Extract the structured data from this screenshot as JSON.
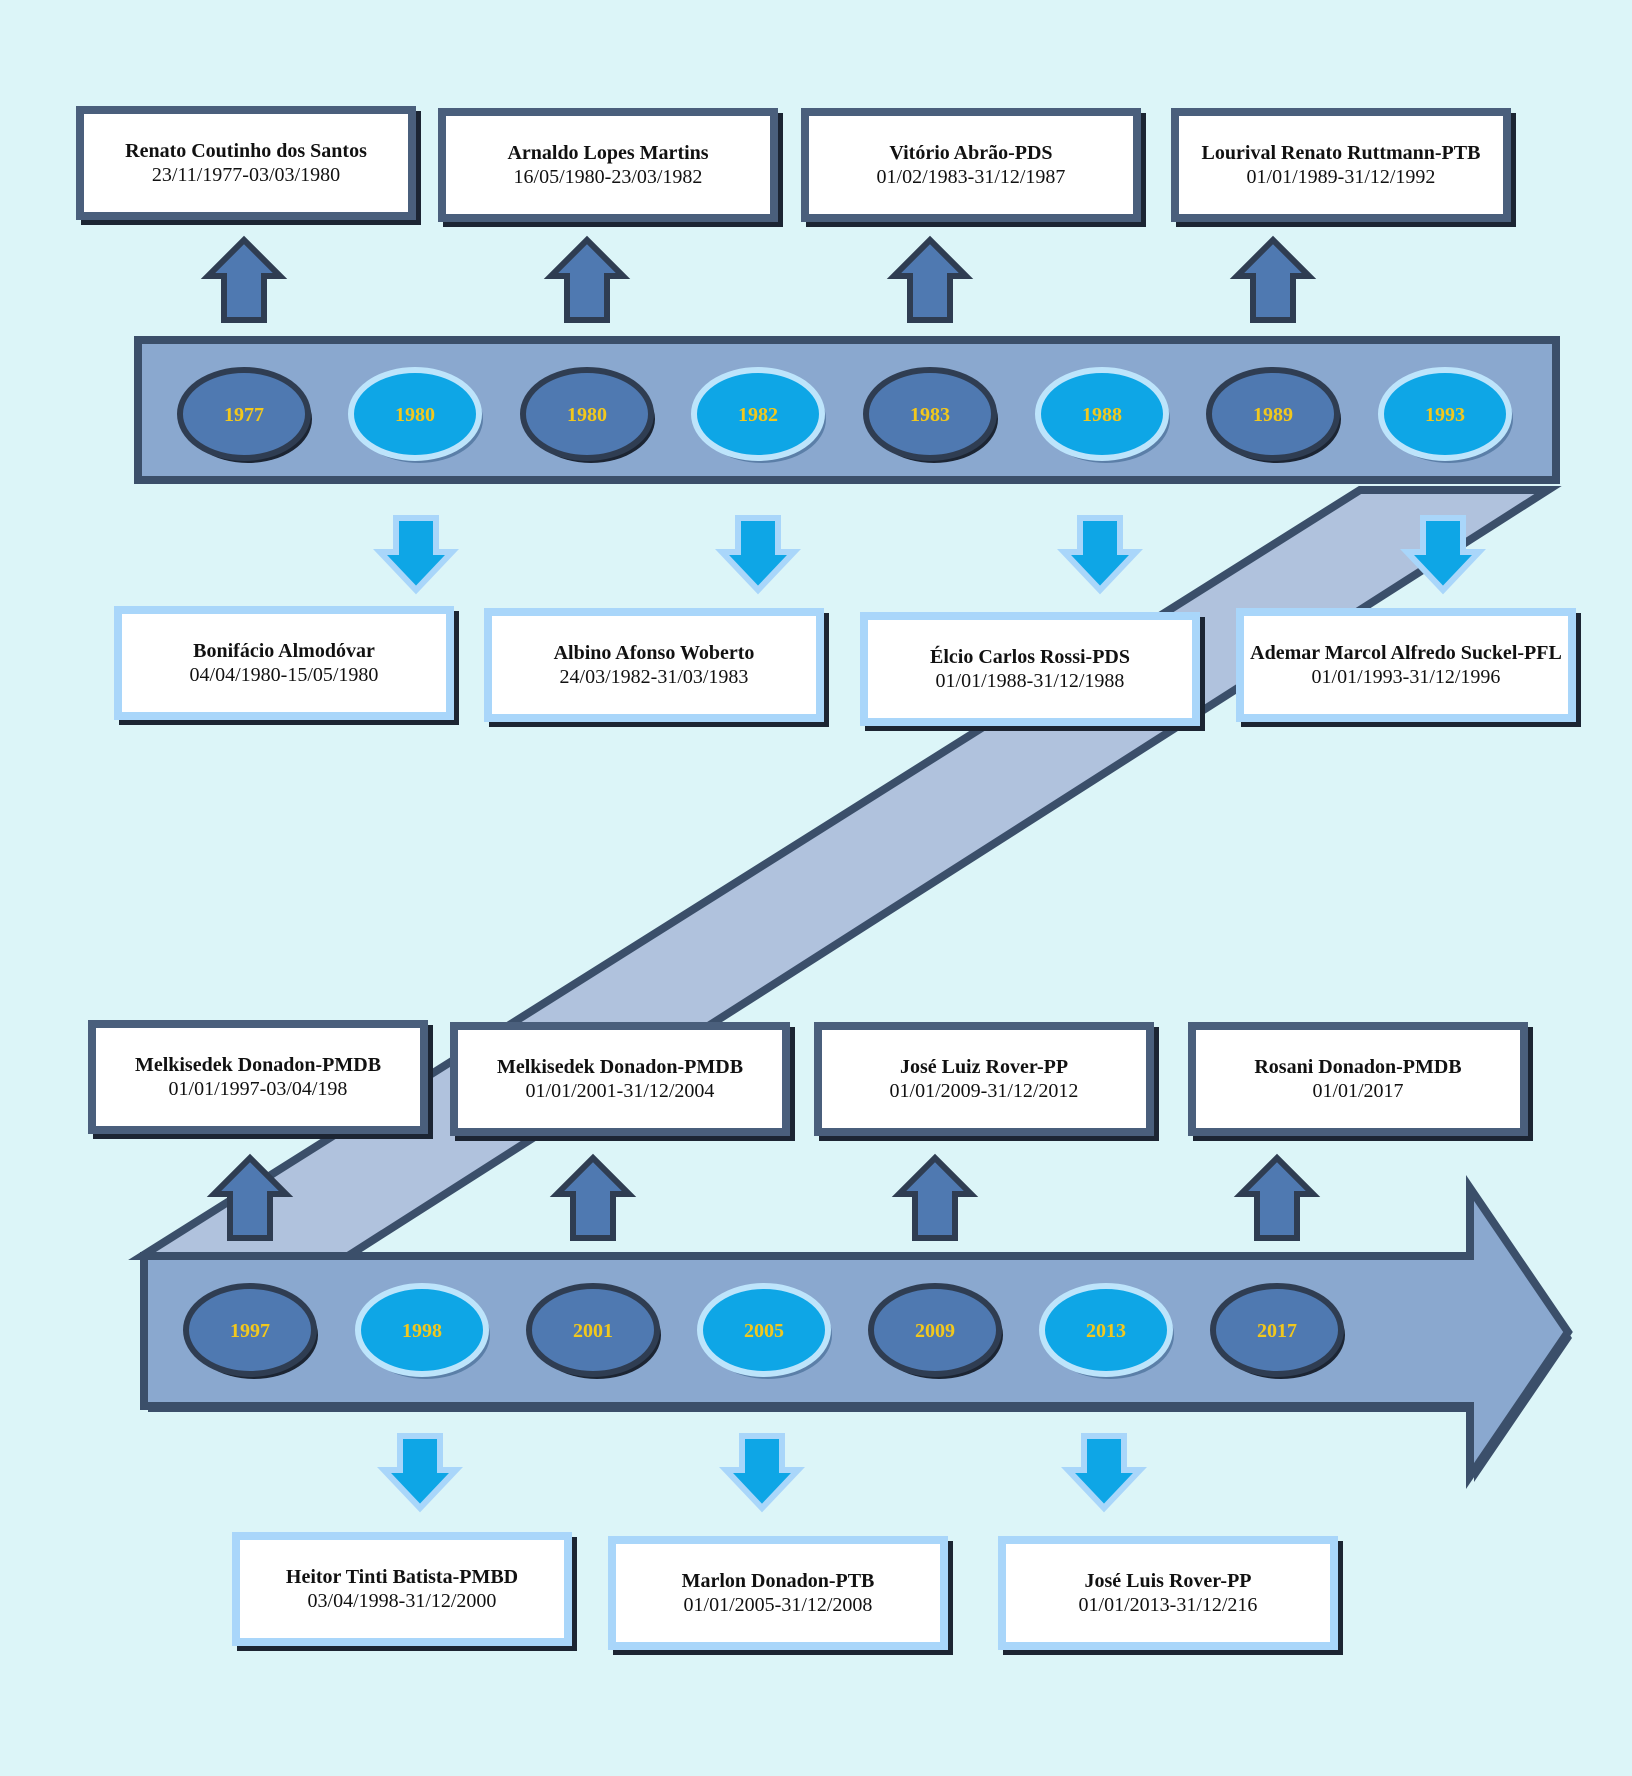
{
  "colors": {
    "background": "#dcf5f8",
    "band_fill": "#8aa8cf",
    "band_border": "#3b4f6a",
    "diagonal_band": "#b0c2dd",
    "oval_dark": "#4f79b1",
    "oval_light": "#0ea6e6",
    "year_text": "#f2c81d",
    "arrow_up": "#4f79b1",
    "arrow_down": "#0ea6e6"
  },
  "row1": {
    "years": [
      "1977",
      "1980",
      "1980",
      "1982",
      "1983",
      "1988",
      "1989",
      "1993"
    ],
    "top_boxes": [
      {
        "name": "Renato Coutinho dos Santos",
        "dates": "23/11/1977-03/03/1980"
      },
      {
        "name": "Arnaldo Lopes Martins",
        "dates": "16/05/1980-23/03/1982"
      },
      {
        "name": "Vitório Abrão-PDS",
        "dates": "01/02/1983-31/12/1987"
      },
      {
        "name": "Lourival Renato Ruttmann-PTB",
        "dates": "01/01/1989-31/12/1992"
      }
    ],
    "bottom_boxes": [
      {
        "name": "Bonifácio Almodóvar",
        "dates": "04/04/1980-15/05/1980"
      },
      {
        "name": "Albino Afonso Woberto",
        "dates": "24/03/1982-31/03/1983"
      },
      {
        "name": "Élcio Carlos Rossi-PDS",
        "dates": "01/01/1988-31/12/1988"
      },
      {
        "name": "Ademar Marcol Alfredo Suckel-PFL",
        "dates": "01/01/1993-31/12/1996"
      }
    ]
  },
  "row2": {
    "years": [
      "1997",
      "1998",
      "2001",
      "2005",
      "2009",
      "2013",
      "2017"
    ],
    "top_boxes": [
      {
        "name": "Melkisedek Donadon-PMDB",
        "dates": "01/01/1997-03/04/198"
      },
      {
        "name": "Melkisedek Donadon-PMDB",
        "dates": "01/01/2001-31/12/2004"
      },
      {
        "name": "José Luiz Rover-PP",
        "dates": "01/01/2009-31/12/2012"
      },
      {
        "name": "Rosani Donadon-PMDB",
        "dates": "01/01/2017"
      }
    ],
    "bottom_boxes": [
      {
        "name": "Heitor Tinti Batista-PMBD",
        "dates": "03/04/1998-31/12/2000"
      },
      {
        "name": "Marlon Donadon-PTB",
        "dates": "01/01/2005-31/12/2008"
      },
      {
        "name": "José Luis Rover-PP",
        "dates": "01/01/2013-31/12/216"
      }
    ]
  }
}
